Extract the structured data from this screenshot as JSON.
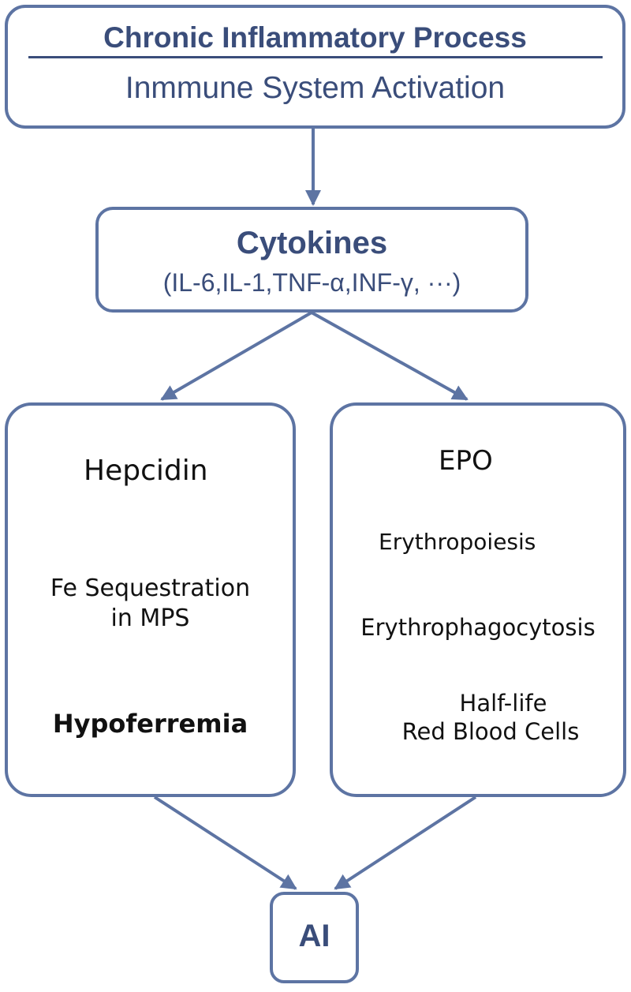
{
  "diagram": {
    "top": {
      "title": "Chronic Inflammatory Process",
      "subtitle": "Inmmune System Activation"
    },
    "cytokines": {
      "title": "Cytokines",
      "list": "(IL-6,IL-1,TNF-α,INF-γ, ···)"
    },
    "left": {
      "hepcidin": "Hepcidin",
      "fe_line1": "Fe Sequestration",
      "fe_line2": "in MPS",
      "hypoferremia": "Hypoferremia"
    },
    "right": {
      "epo": "EPO",
      "erythropoiesis": "Erythropoiesis",
      "erythrophagocytosis": "Erythrophagocytosis",
      "halflife_line1": "Half-life",
      "halflife_line2": "Red Blood Cells"
    },
    "outcome": {
      "label": "AI"
    },
    "colors": {
      "box_border": "#5d74a3",
      "heading_text": "#3a4d7a",
      "body_text": "#111111"
    }
  }
}
